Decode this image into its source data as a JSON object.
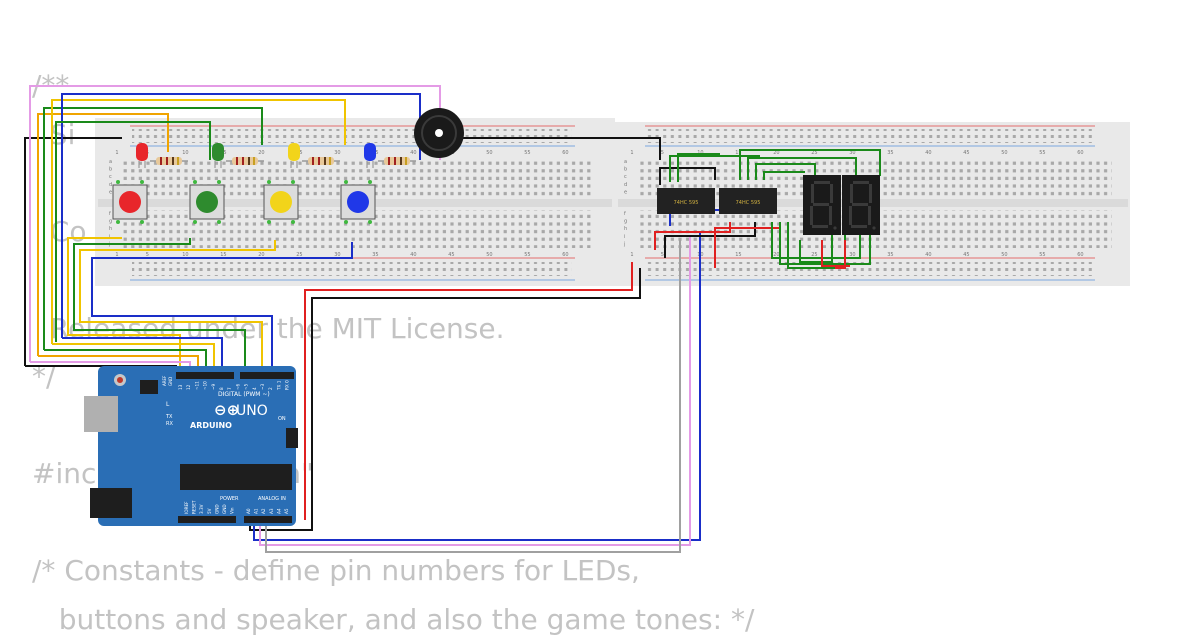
{
  "code_lines": [
    "/**",
    "  Si",
    "",
    "  Co",
    "",
    "  Released under the MIT License.",
    "*/",
    "",
    "#inc                     h\"",
    "",
    "/* Constants - define pin numbers for LEDs,",
    "   buttons and speaker, and also the game tones: */"
  ],
  "breadboard": {
    "column_numbers": [
      "1",
      "5",
      "10",
      "15",
      "20",
      "25",
      "30",
      "35",
      "40",
      "45",
      "50",
      "55",
      "60"
    ],
    "row_letters_top": [
      "a",
      "b",
      "c",
      "d",
      "e"
    ],
    "row_letters_bottom": [
      "f",
      "g",
      "h",
      "i",
      "j"
    ]
  },
  "components": {
    "leds": [
      "red",
      "green",
      "yellow",
      "blue"
    ],
    "led_colors": {
      "red": "#e8262b",
      "green": "#2e8b2e",
      "yellow": "#f2d41a",
      "blue": "#2038e8"
    },
    "buttons": [
      "red",
      "green",
      "yellow",
      "blue"
    ],
    "shift_register_label": "74HC 595",
    "display_digits": 2
  },
  "arduino": {
    "brand": "ARDUINO",
    "model": "UNO",
    "digital_label": "DIGITAL (PWM ~)",
    "power_label": "POWER",
    "analog_label": "ANALOG IN",
    "on_label": "ON",
    "l_label": "L",
    "tx_label": "TX",
    "rx_label": "RX",
    "aref_label": "AREF",
    "gnd_label": "GND",
    "digital_pins": [
      "13",
      "12",
      "~11",
      "~10",
      "~9",
      "8",
      "7",
      "~6",
      "~5",
      "4",
      "~3",
      "2",
      "TX 1",
      "RX 0"
    ],
    "power_pins": [
      "IOREF",
      "RESET",
      "3.3V",
      "5V",
      "GND",
      "GND",
      "Vin"
    ],
    "analog_pins": [
      "A0",
      "A1",
      "A2",
      "A3",
      "A4",
      "A5"
    ],
    "board_color": "#2a6eb5"
  }
}
